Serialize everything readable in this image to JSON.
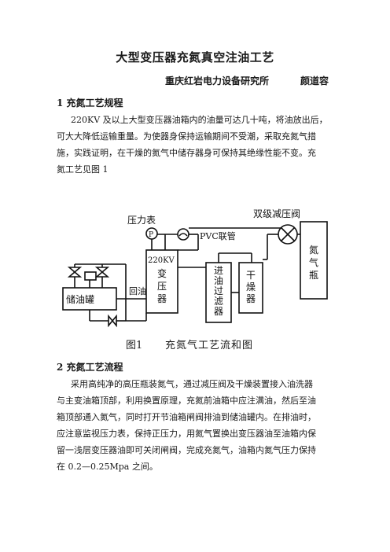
{
  "doc": {
    "title": "大型变压器充氮真空注油工艺",
    "author_org": "重庆红岩电力设备研究所",
    "author_name": "颜道容",
    "section1_heading": "1  充氮工艺规程",
    "section1_lines": [
      "220KV 及以上大型变压器油箱内的油量可达几十吨，将油放出后，",
      "可大大降低运输重量。为使器身保持运输期间不受潮，采取充氮气措",
      "施，实践证明，在干燥的氮气中储存器身可保持其绝缘性能不变。充",
      "氮工艺见图 1"
    ],
    "section2_heading": "2  充氮工艺流程",
    "section2_lines": [
      "采用高纯净的高压瓶装氮气，通过减压阀及干燥装置接入油洗器",
      "与主变油箱顶部，利用换置原理，充氮前油箱中应注满油，然后至油",
      "箱顶部通入氮气，同时打开节油箱闸阀排油到储油罐内。在排油时，",
      "应注意监视压力表，保持正压力，用氮气置换出变压器油至油箱内保",
      "留一浅层变压器油即可关闭闸阀，完成充氮气，油箱内氮气压力保持",
      "在 0.2—0.25Mpa 之间。"
    ]
  },
  "figure": {
    "label_pressure_gauge": "压力表",
    "label_gauge_symbol": "P",
    "label_pvc": "PVC联管",
    "label_double_reducer": "双级减压阀",
    "label_transformer": [
      "220KV",
      "变",
      "压",
      "器"
    ],
    "label_tank": "储油罐",
    "label_return_oil": "回油",
    "label_filter": [
      "进",
      "油",
      "过",
      "滤",
      "器"
    ],
    "label_dryer": [
      "干",
      "燥",
      "器"
    ],
    "label_nitrogen": [
      "氮",
      "气",
      "瓶"
    ],
    "caption_number": "图1",
    "caption_text": "充氮气工艺流和图"
  }
}
